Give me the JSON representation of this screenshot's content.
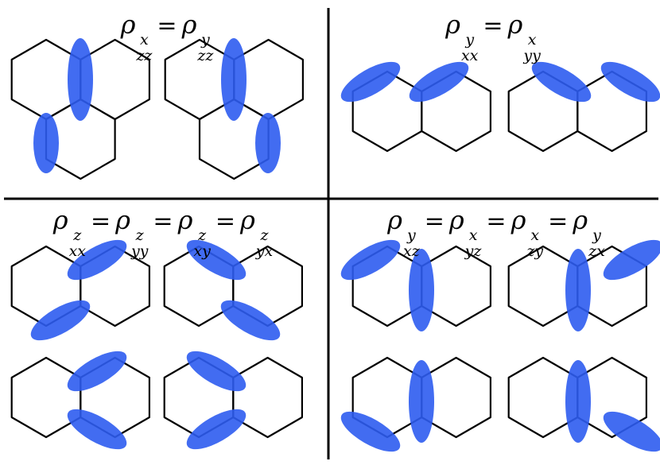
{
  "equations": {
    "top_left": [
      {
        "sym": "ρ",
        "sup": "x",
        "sub": "zz"
      },
      {
        "sym": "ρ",
        "sup": "y",
        "sub": "zz"
      }
    ],
    "top_right": [
      {
        "sym": "ρ",
        "sup": "y",
        "sub": "xx"
      },
      {
        "sym": "ρ",
        "sup": "x",
        "sub": "yy"
      }
    ],
    "bottom_left": [
      {
        "sym": "ρ",
        "sup": "z",
        "sub": "xx"
      },
      {
        "sym": "ρ",
        "sup": "z",
        "sub": "yy"
      },
      {
        "sym": "ρ",
        "sup": "z",
        "sub": "xy"
      },
      {
        "sym": "ρ",
        "sup": "z",
        "sub": "yx"
      }
    ],
    "bottom_right": [
      {
        "sym": "ρ",
        "sup": "y",
        "sub": "xz"
      },
      {
        "sym": "ρ",
        "sup": "x",
        "sub": "yz"
      },
      {
        "sym": "ρ",
        "sup": "x",
        "sub": "zy"
      },
      {
        "sym": "ρ",
        "sup": "y",
        "sub": "zx"
      }
    ],
    "operator": "="
  },
  "colors": {
    "ellipse": "#2e5cf0",
    "line": "#000000"
  }
}
